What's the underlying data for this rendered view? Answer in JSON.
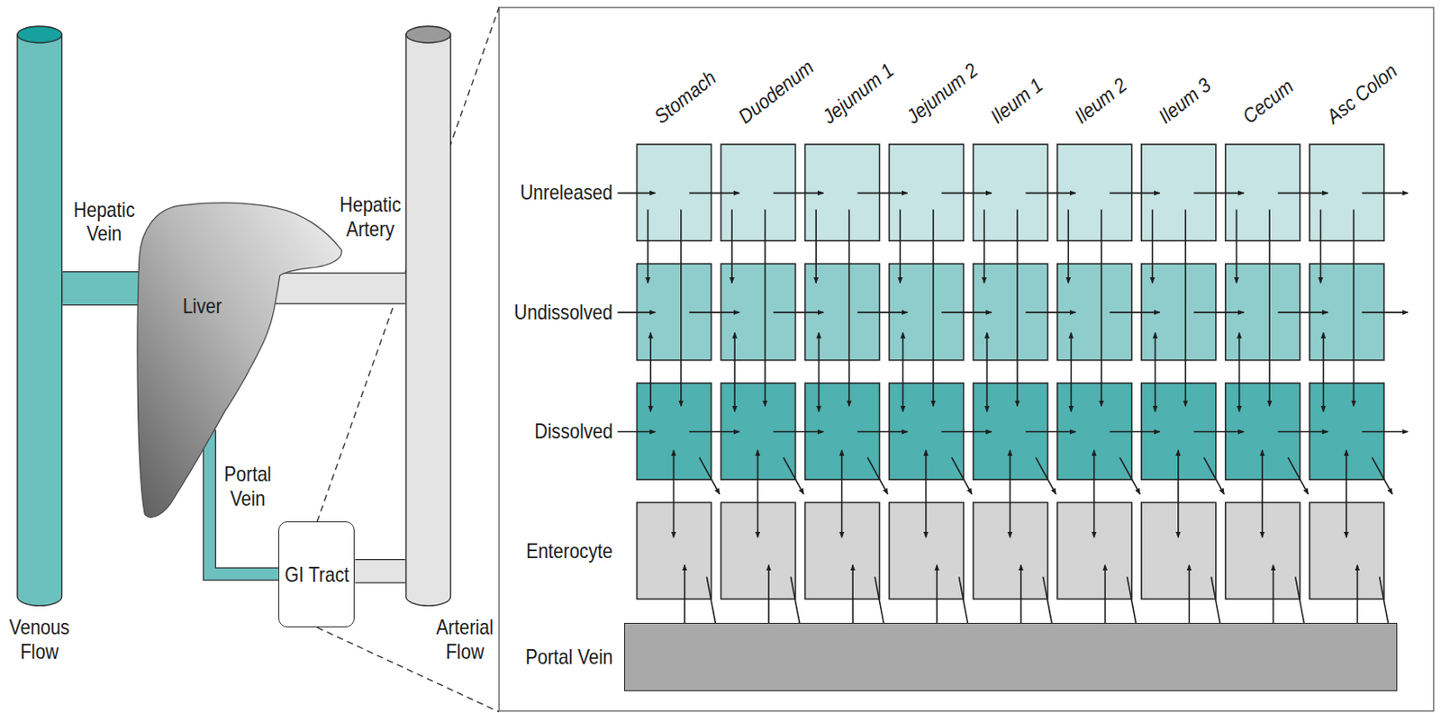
{
  "diagram": {
    "nodes": [
      {
        "text": [
          "Liver"
        ]
      },
      {
        "text": [
          "GI Tract"
        ]
      },
      {
        "text": [
          "Venous Flow"
        ]
      },
      {
        "text": [
          "Arterial Flow"
        ]
      },
      {
        "text": [
          "Portal Vein"
        ]
      }
    ],
    "edges": [
      {
        "from": 0,
        "to": 2,
        "arrow": "none",
        "label": "Hepatic Vein"
      },
      {
        "from": 3,
        "to": 0,
        "arrow": "none",
        "label": "Hepatic Artery"
      },
      {
        "from": 1,
        "to": 0,
        "arrow": "none",
        "label": "Portal Vein"
      },
      {
        "from": 3,
        "to": 1,
        "arrow": "none"
      }
    ],
    "labels": [
      "Stomach",
      "Duodenum",
      "Jejunum 1",
      "Jejunum 2",
      "Ileum 1",
      "Ileum 2",
      "Ileum 3",
      "Cecum",
      "Asc Colon",
      "Unreleased",
      "Undissolved",
      "Dissolved",
      "Enterocyte"
    ]
  }
}
